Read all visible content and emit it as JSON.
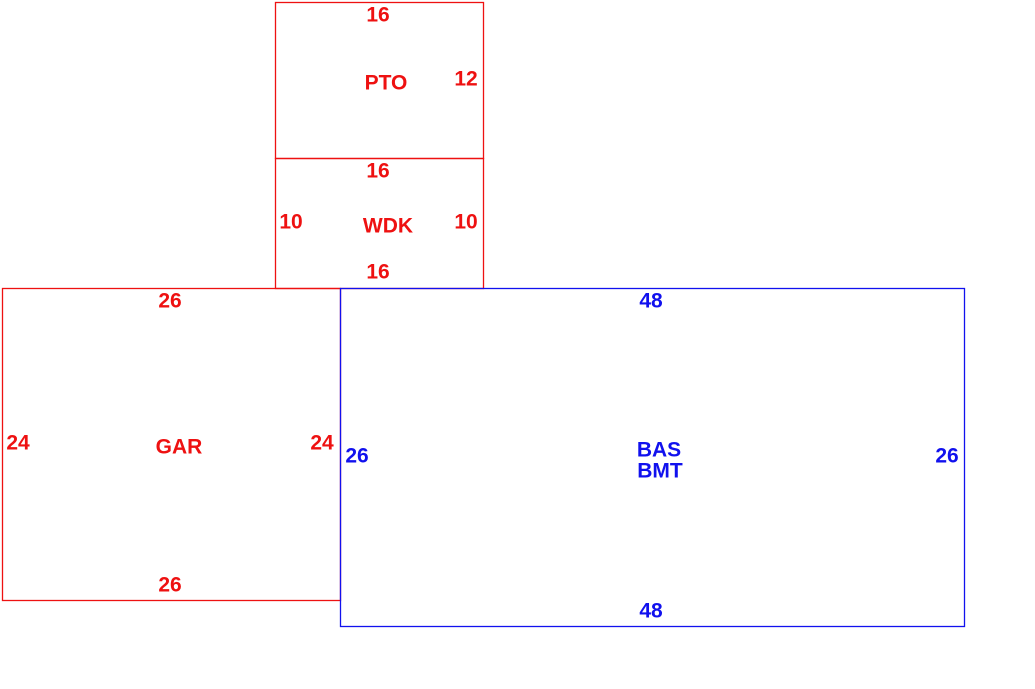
{
  "colors": {
    "red": "#ee1111",
    "blue": "#1111ee"
  },
  "areas": {
    "pto": {
      "label": "PTO",
      "top": "16",
      "right": "12"
    },
    "wdk": {
      "label": "WDK",
      "top": "16",
      "left": "10",
      "right": "10",
      "bottom": "16"
    },
    "gar": {
      "label": "GAR",
      "top": "26",
      "left": "24",
      "right": "24",
      "bottom": "26"
    },
    "bas": {
      "label": "BAS",
      "label2": "BMT",
      "top": "48",
      "left": "26",
      "right": "26",
      "bottom": "48"
    }
  }
}
